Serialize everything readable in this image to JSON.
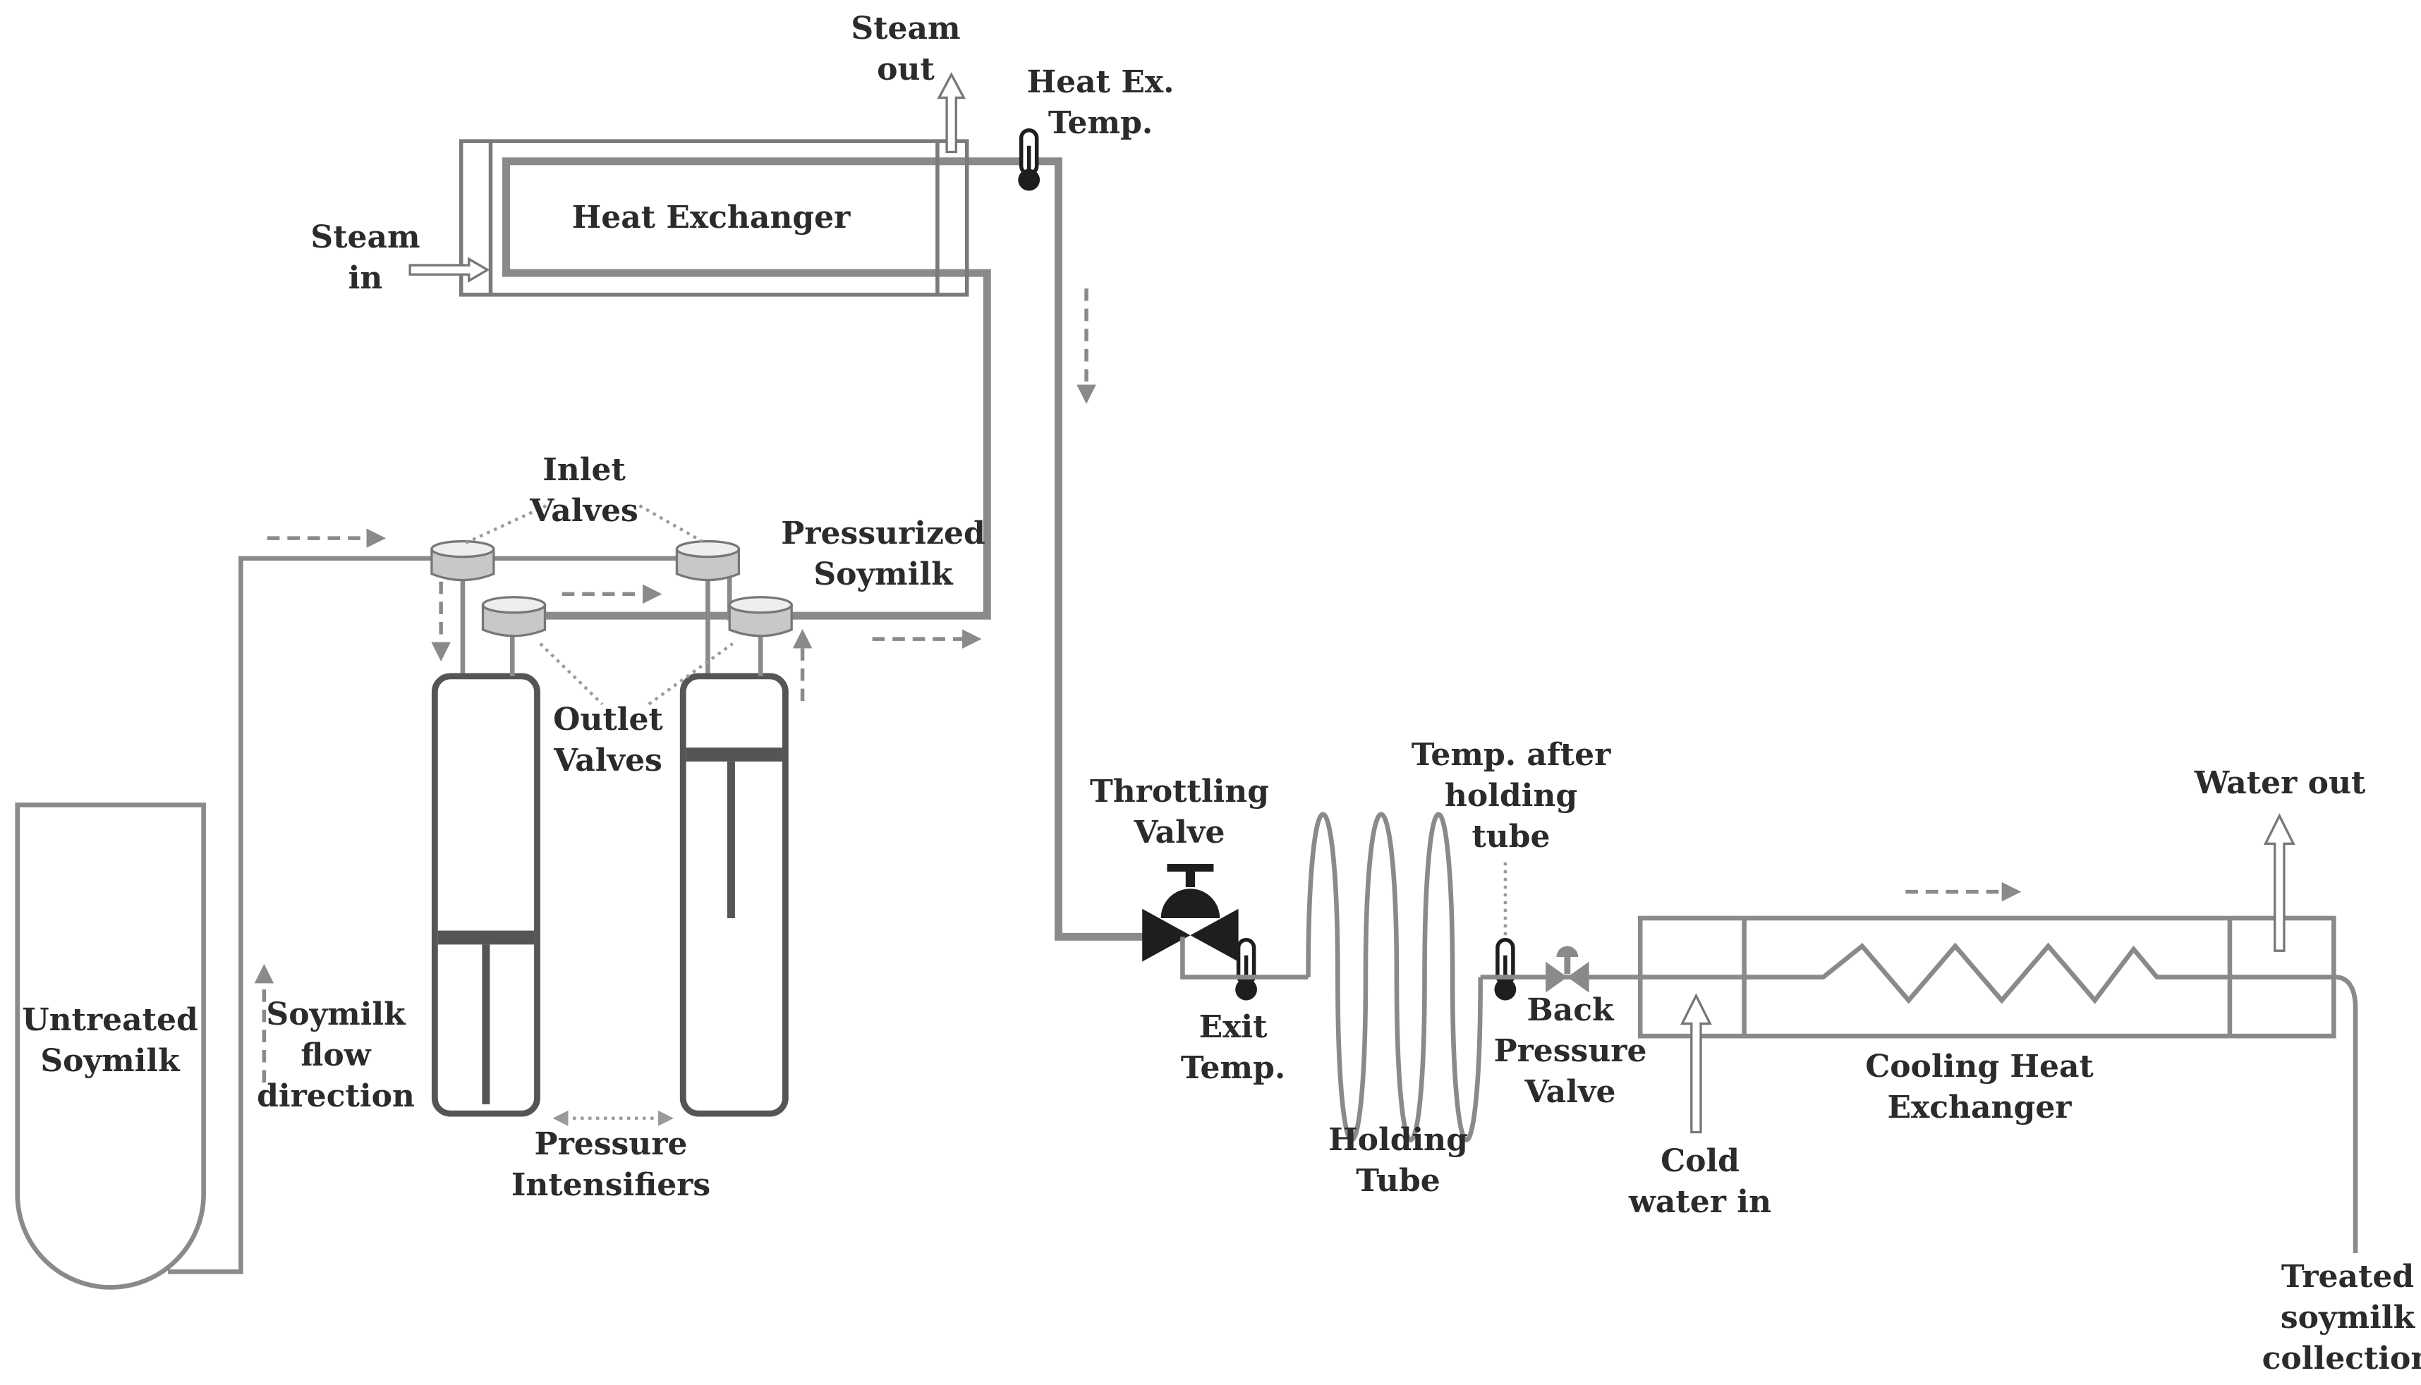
{
  "colors": {
    "pipe": "#8a8a8a",
    "pipe_dark": "#7a7a7a",
    "outline": "#555555",
    "text": "#2b2b2b",
    "valve_cap": "#c8c8c8",
    "black": "#1e1e1e",
    "flow_arrow": "#8a8a8a"
  },
  "icons": {
    "thermometer": "thermometer-icon",
    "throttling_valve": "valve-icon",
    "back_pressure_valve": "valve-icon",
    "flow_arrow": "dashed-arrow-icon"
  },
  "labels": {
    "steam_out": [
      "Steam",
      "out"
    ],
    "heat_ex_temp": [
      "Heat Ex.",
      "Temp."
    ],
    "steam_in": [
      "Steam",
      "in"
    ],
    "heat_exchanger": [
      "Heat Exchanger"
    ],
    "inlet_valves": [
      "Inlet",
      "Valves"
    ],
    "pressurized_soymilk": [
      "Pressurized",
      "Soymilk"
    ],
    "outlet_valves": [
      "Outlet",
      "Valves"
    ],
    "untreated_soymilk": [
      "Untreated",
      "Soymilk"
    ],
    "soymilk_flow_direction": [
      "Soymilk",
      "flow",
      "direction"
    ],
    "pressure_intensifiers": [
      "Pressure",
      "Intensifiers"
    ],
    "throttling_valve": [
      "Throttling",
      "Valve"
    ],
    "exit_temp": [
      "Exit",
      "Temp."
    ],
    "temp_after_holding_tube": [
      "Temp. after",
      "holding",
      "tube"
    ],
    "holding_tube": [
      "Holding",
      "Tube"
    ],
    "back_pressure_valve": [
      "Back",
      "Pressure",
      "Valve"
    ],
    "water_out": [
      "Water out"
    ],
    "cold_water_in": [
      "Cold",
      "water in"
    ],
    "cooling_heat_exchanger": [
      "Cooling Heat",
      "Exchanger"
    ],
    "treated_soymilk_collection": [
      "Treated",
      "soymilk",
      "collection"
    ]
  }
}
